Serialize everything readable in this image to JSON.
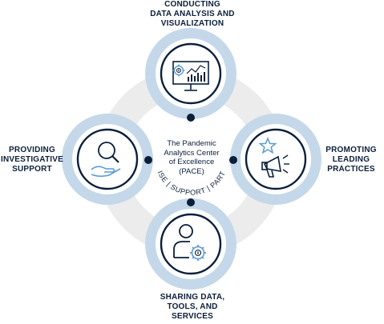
{
  "center": {
    "lines": [
      "The Pandemic",
      "Analytics Center",
      "of Excellence",
      "(PACE)"
    ],
    "arc_text": "ADVISE | SUPPORT | PARTNER"
  },
  "nodes": {
    "top": {
      "label_lines": [
        "CONDUCTING",
        "DATA ANALYSIS AND",
        "VISUALIZATION"
      ],
      "icon": "data-visualization-icon"
    },
    "left": {
      "label_lines": [
        "PROVIDING",
        "INVESTIGATIVE",
        "SUPPORT"
      ],
      "icon": "magnifier-hand-icon"
    },
    "right": {
      "label_lines": [
        "PROMOTING",
        "LEADING",
        "PRACTICES"
      ],
      "icon": "star-megaphone-icon"
    },
    "bottom": {
      "label_lines": [
        "SHARING DATA,",
        "TOOLS, AND",
        "SERVICES"
      ],
      "icon": "person-gear-icon"
    }
  },
  "colors": {
    "navy": "#0b1f3a",
    "light_blue": "#c4d8ea",
    "ring_gray": "#ececec",
    "icon_blue": "#5b9bd5"
  }
}
